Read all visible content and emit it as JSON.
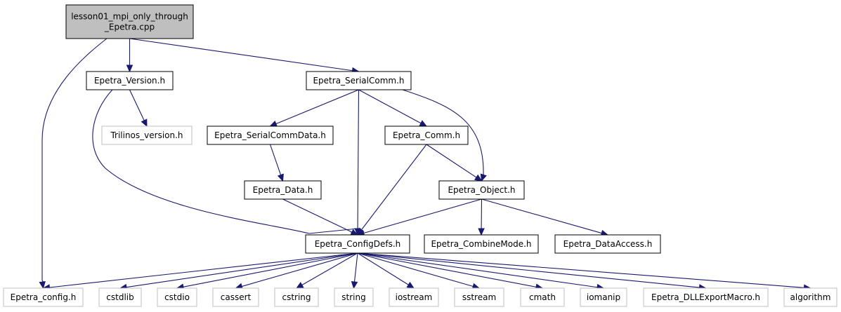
{
  "graph": {
    "nodes": [
      {
        "id": "root",
        "lines": [
          "lesson01_mpi_only_through",
          "_Epetra.cpp"
        ],
        "kind": "root"
      },
      {
        "id": "version",
        "lines": [
          "Epetra_Version.h"
        ],
        "kind": "internal"
      },
      {
        "id": "serialcomm",
        "lines": [
          "Epetra_SerialComm.h"
        ],
        "kind": "internal"
      },
      {
        "id": "trilinos_version",
        "lines": [
          "Trilinos_version.h"
        ],
        "kind": "external"
      },
      {
        "id": "serialcommdata",
        "lines": [
          "Epetra_SerialCommData.h"
        ],
        "kind": "internal"
      },
      {
        "id": "comm",
        "lines": [
          "Epetra_Comm.h"
        ],
        "kind": "internal"
      },
      {
        "id": "data",
        "lines": [
          "Epetra_Data.h"
        ],
        "kind": "internal"
      },
      {
        "id": "object",
        "lines": [
          "Epetra_Object.h"
        ],
        "kind": "internal"
      },
      {
        "id": "configdefs",
        "lines": [
          "Epetra_ConfigDefs.h"
        ],
        "kind": "internal"
      },
      {
        "id": "combinemode",
        "lines": [
          "Epetra_CombineMode.h"
        ],
        "kind": "internal"
      },
      {
        "id": "dataaccess",
        "lines": [
          "Epetra_DataAccess.h"
        ],
        "kind": "internal"
      },
      {
        "id": "epetra_config",
        "lines": [
          "Epetra_config.h"
        ],
        "kind": "external"
      },
      {
        "id": "cstdlib",
        "lines": [
          "cstdlib"
        ],
        "kind": "external"
      },
      {
        "id": "cstdio",
        "lines": [
          "cstdio"
        ],
        "kind": "external"
      },
      {
        "id": "cassert",
        "lines": [
          "cassert"
        ],
        "kind": "external"
      },
      {
        "id": "cstring",
        "lines": [
          "cstring"
        ],
        "kind": "external"
      },
      {
        "id": "string",
        "lines": [
          "string"
        ],
        "kind": "external"
      },
      {
        "id": "iostream",
        "lines": [
          "iostream"
        ],
        "kind": "external"
      },
      {
        "id": "sstream",
        "lines": [
          "sstream"
        ],
        "kind": "external"
      },
      {
        "id": "cmath",
        "lines": [
          "cmath"
        ],
        "kind": "external"
      },
      {
        "id": "iomanip",
        "lines": [
          "iomanip"
        ],
        "kind": "external"
      },
      {
        "id": "dllexport",
        "lines": [
          "Epetra_DLLExportMacro.h"
        ],
        "kind": "external"
      },
      {
        "id": "algorithm",
        "lines": [
          "algorithm"
        ],
        "kind": "external"
      }
    ],
    "edges": [
      [
        "root",
        "version"
      ],
      [
        "root",
        "serialcomm"
      ],
      [
        "root",
        "epetra_config"
      ],
      [
        "version",
        "trilinos_version"
      ],
      [
        "version",
        "configdefs"
      ],
      [
        "serialcomm",
        "serialcommdata"
      ],
      [
        "serialcomm",
        "comm"
      ],
      [
        "serialcomm",
        "object"
      ],
      [
        "serialcomm",
        "configdefs"
      ],
      [
        "serialcommdata",
        "data"
      ],
      [
        "data",
        "configdefs"
      ],
      [
        "comm",
        "object"
      ],
      [
        "comm",
        "configdefs"
      ],
      [
        "object",
        "configdefs"
      ],
      [
        "object",
        "combinemode"
      ],
      [
        "object",
        "dataaccess"
      ],
      [
        "configdefs",
        "epetra_config"
      ],
      [
        "configdefs",
        "cstdlib"
      ],
      [
        "configdefs",
        "cstdio"
      ],
      [
        "configdefs",
        "cassert"
      ],
      [
        "configdefs",
        "cstring"
      ],
      [
        "configdefs",
        "string"
      ],
      [
        "configdefs",
        "iostream"
      ],
      [
        "configdefs",
        "sstream"
      ],
      [
        "configdefs",
        "cmath"
      ],
      [
        "configdefs",
        "iomanip"
      ],
      [
        "configdefs",
        "dllexport"
      ],
      [
        "configdefs",
        "algorithm"
      ]
    ]
  }
}
